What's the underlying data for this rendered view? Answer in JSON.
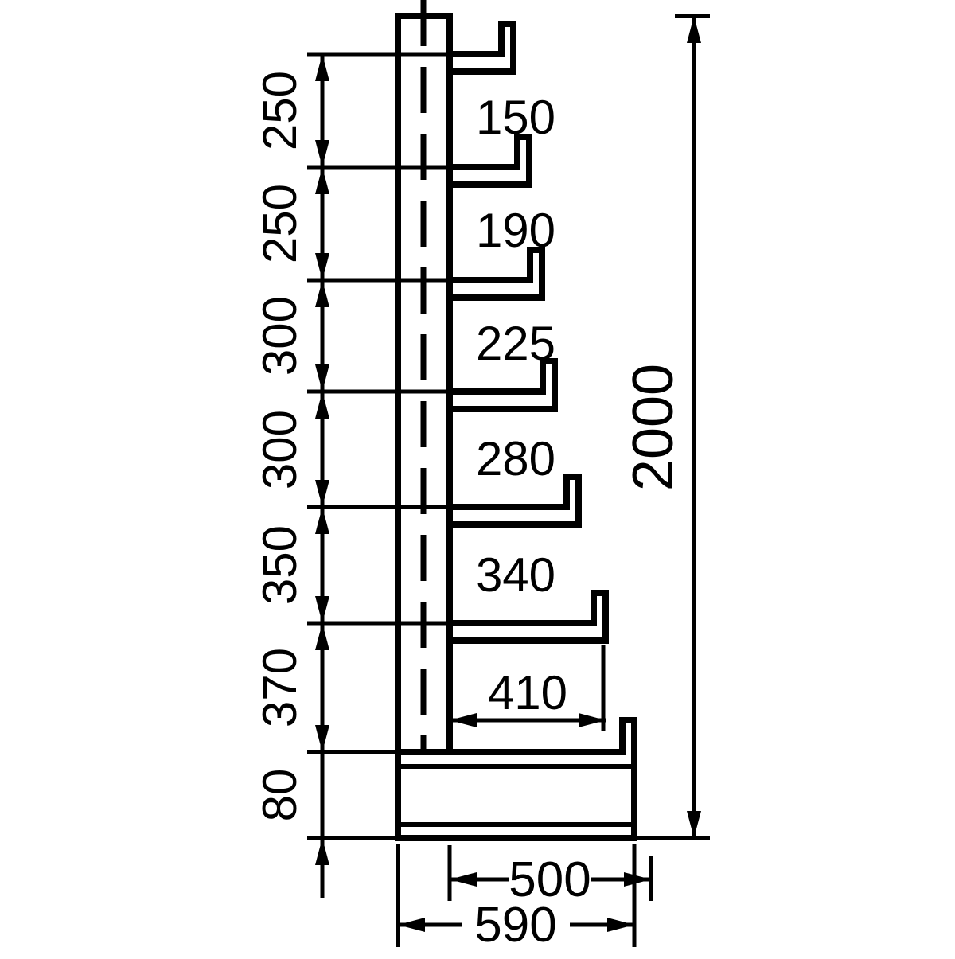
{
  "colors": {
    "ink": "#000000",
    "background": "#ffffff"
  },
  "labels": {
    "level_spacings": [
      "250",
      "250",
      "300",
      "300",
      "350",
      "370",
      "80"
    ],
    "arm_lengths": [
      "150",
      "190",
      "225",
      "280",
      "340",
      "410"
    ],
    "overall_height": "2000",
    "usable_depth": "500",
    "overall_depth": "590"
  }
}
